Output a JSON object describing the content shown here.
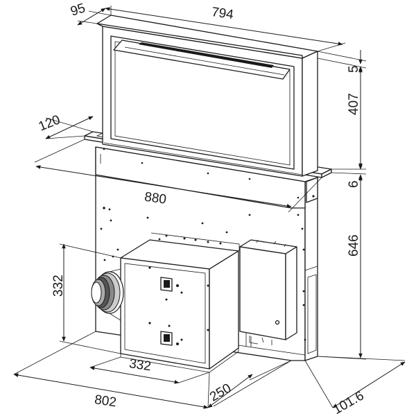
{
  "dimensions": {
    "top_depth": "95",
    "top_width": "794",
    "glass_thickness": "5",
    "hood_height": "407",
    "frame_depth": "120",
    "cabinet_width": "880",
    "frame_thickness": "6",
    "body_height": "646",
    "motor_height": "332",
    "motor_width": "332",
    "base_width": "802",
    "base_depth": "250",
    "base_offset": "101.6"
  }
}
